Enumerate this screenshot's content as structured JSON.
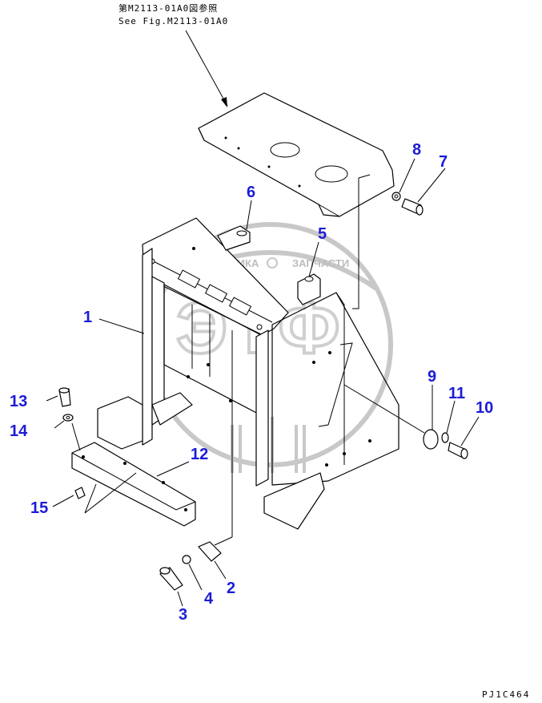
{
  "reference": {
    "line_jp": "第M2113-01A0図参照",
    "line_en": "See Fig.M2113-01A0"
  },
  "watermark": {
    "text_left": "ТЕХНИКА",
    "text_right": "ЗАПЧАСТИ",
    "letters": "ЭТФ"
  },
  "callouts": {
    "c1": "1",
    "c2": "2",
    "c3": "3",
    "c4": "4",
    "c5": "5",
    "c6": "6",
    "c7": "7",
    "c8": "8",
    "c9": "9",
    "c10": "10",
    "c11": "11",
    "c12": "12",
    "c13": "13",
    "c14": "14",
    "c15": "15"
  },
  "drawing_code": "PJ1C464",
  "colors": {
    "callout": "#1c1cd6",
    "line": "#000000",
    "watermark": "#c8c8c8"
  }
}
